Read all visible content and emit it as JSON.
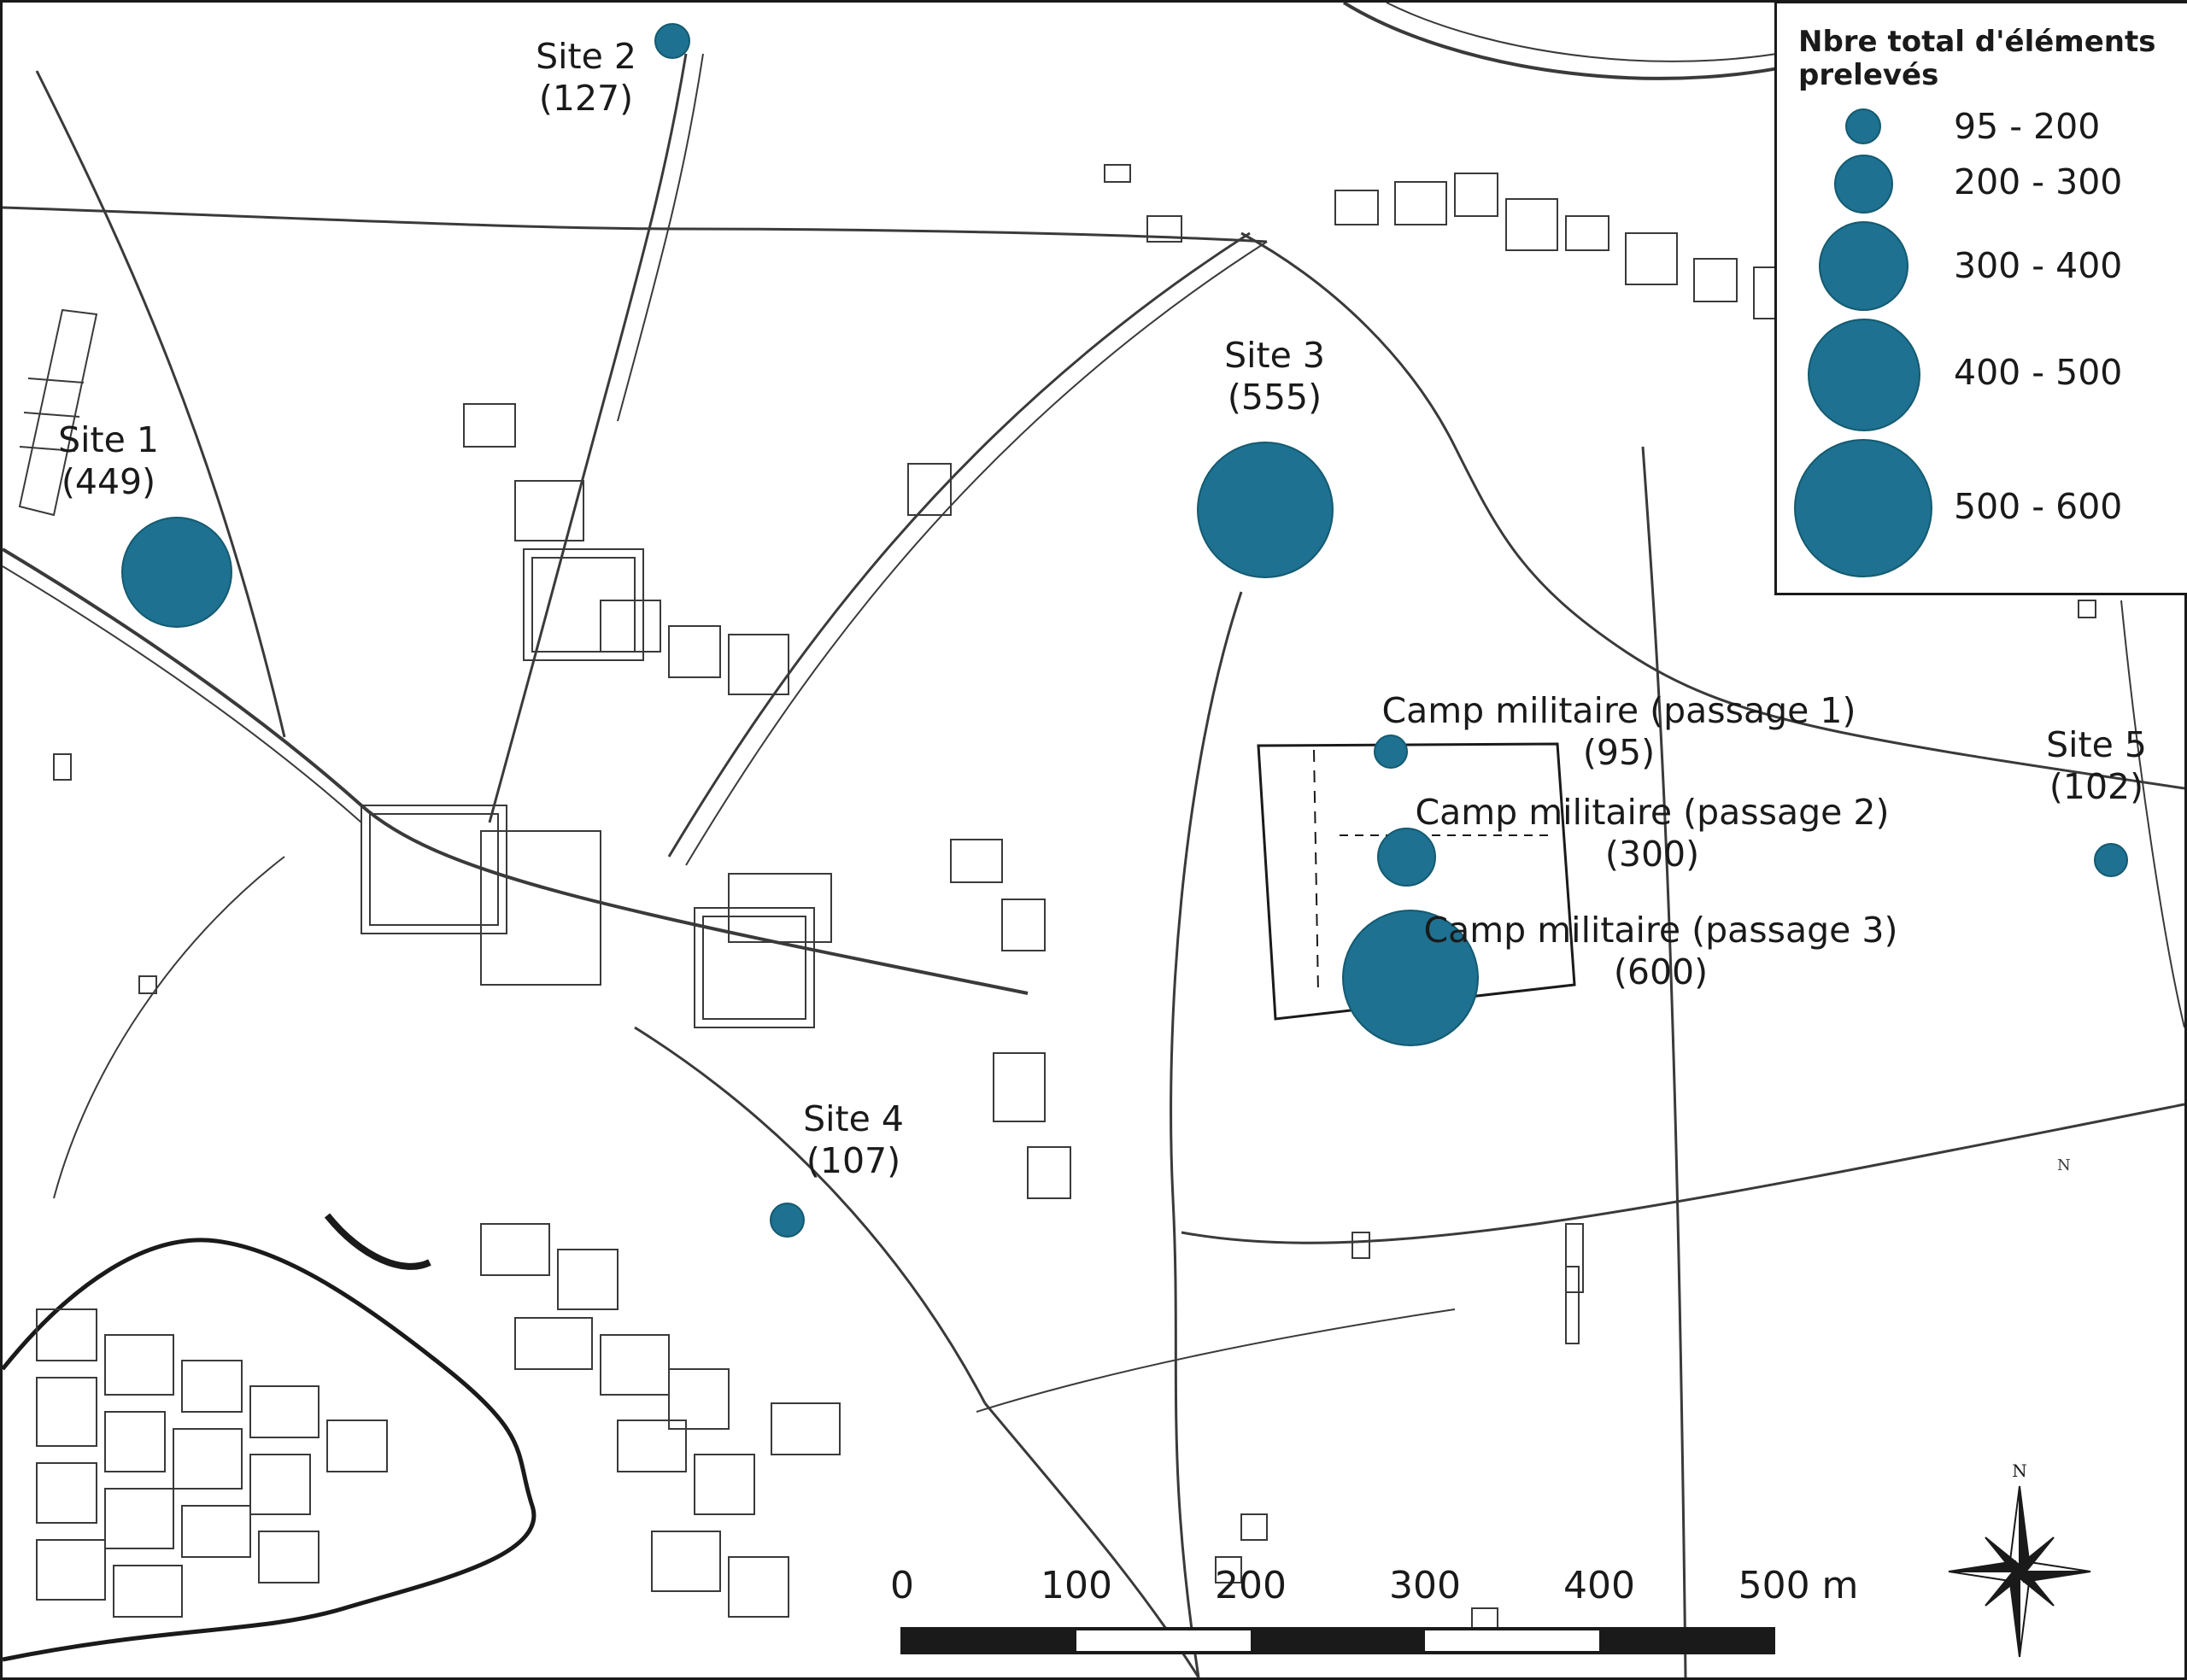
{
  "legend": {
    "title": "Nbre total d'éléments prelevés",
    "classes": [
      {
        "label": "95 - 200"
      },
      {
        "label": "200 - 300"
      },
      {
        "label": "300 - 400"
      },
      {
        "label": "400 - 500"
      },
      {
        "label": "500 - 600"
      }
    ]
  },
  "sites": [
    {
      "name": "Site 1",
      "count": "(449)",
      "value": 449
    },
    {
      "name": "Site 2",
      "count": "(127)",
      "value": 127
    },
    {
      "name": "Site 3",
      "count": "(555)",
      "value": 555
    },
    {
      "name": "Site 4",
      "count": "(107)",
      "value": 107
    },
    {
      "name": "Site 5",
      "count": "(102)",
      "value": 102
    },
    {
      "name": "Camp militaire (passage 1)",
      "count": "(95)",
      "value": 95
    },
    {
      "name": "Camp militaire (passage 2)",
      "count": "(300)",
      "value": 300
    },
    {
      "name": "Camp militaire (passage 3)",
      "count": "(600)",
      "value": 600
    }
  ],
  "scale": {
    "ticks": [
      "0",
      "100",
      "200",
      "300",
      "400",
      "500 m"
    ]
  },
  "north": {
    "letter": "N"
  },
  "colors": {
    "symbol_fill": "#1e7190",
    "symbol_stroke": "#145a70",
    "linework": "#3a3a3a",
    "background": "#ffffff"
  }
}
